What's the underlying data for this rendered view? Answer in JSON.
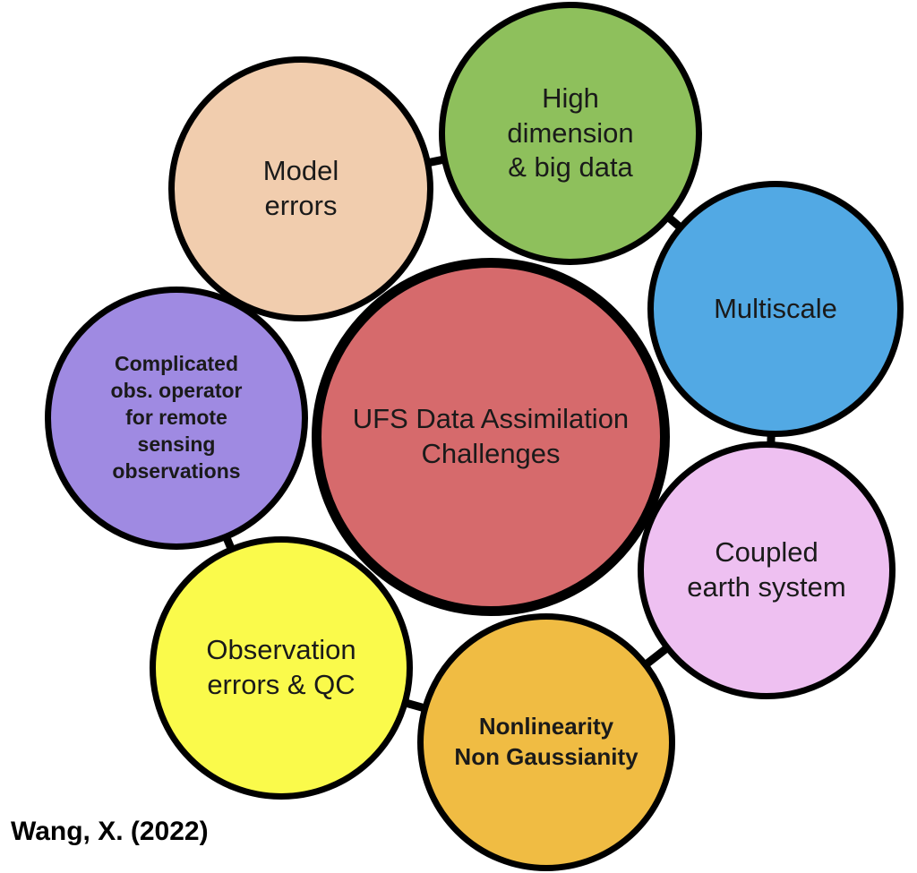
{
  "title": "UFS Data Assimilation Challenges diagram",
  "citation": "Wang, X. (2022)",
  "colors": {
    "center": "#d66a6c",
    "model_errors": "#f1cdae",
    "high_dimension": "#8ec05c",
    "multiscale": "#52a9e4",
    "coupled_earth_system": "#eec0f1",
    "nonlinearity": "#f0bc43",
    "observation_errors": "#fafa4b",
    "complicated_obs_operator": "#9f8ae2",
    "outline": "#000000",
    "background": "#ffffff",
    "text": "#1a1a1a"
  },
  "center_node": {
    "id": "ufs-da-challenges",
    "label": "UFS Data Assimilation\nChallenges"
  },
  "nodes": [
    {
      "id": "model-errors",
      "label": "Model\nerrors"
    },
    {
      "id": "high-dimension-big-data",
      "label": "High\ndimension\n& big data"
    },
    {
      "id": "multiscale",
      "label": "Multiscale"
    },
    {
      "id": "coupled-earth-system",
      "label": "Coupled\nearth system"
    },
    {
      "id": "nonlinearity-non-gaussianity",
      "label": "Nonlinearity\nNon Gaussianity"
    },
    {
      "id": "observation-errors-qc",
      "label": "Observation\nerrors & QC"
    },
    {
      "id": "complicated-obs-operator",
      "label": "Complicated\nobs. operator\nfor remote\nsensing\nobservations"
    }
  ]
}
